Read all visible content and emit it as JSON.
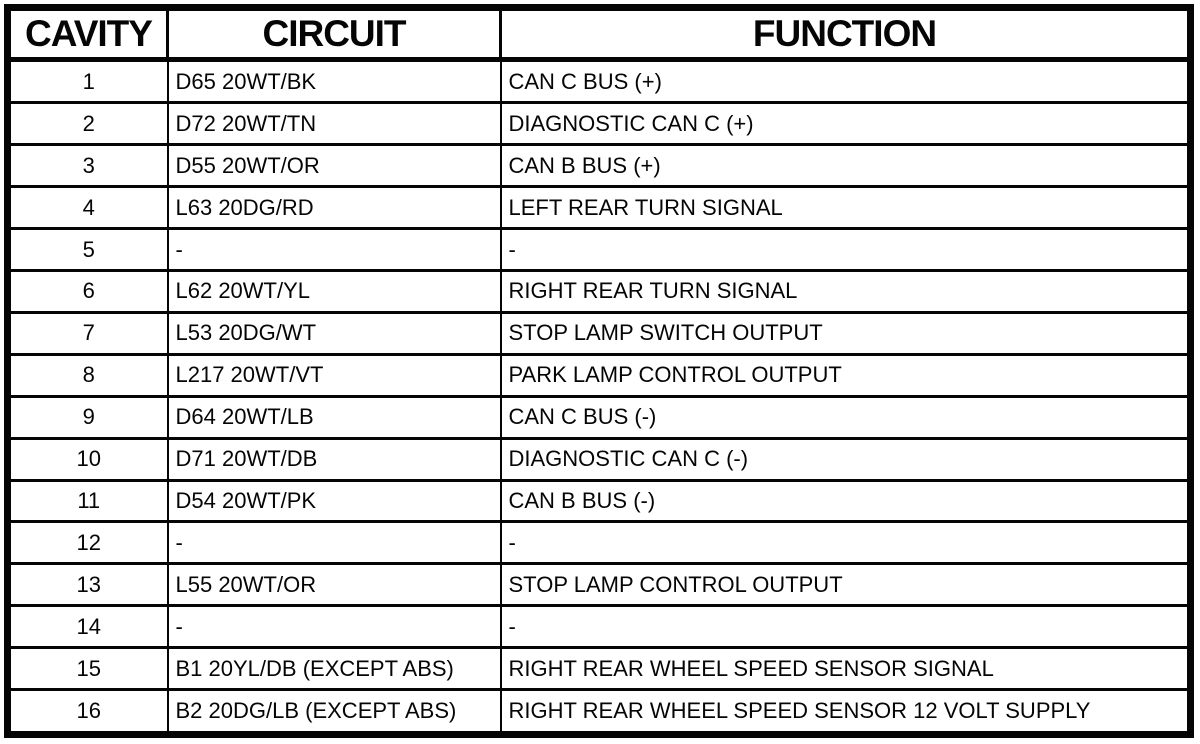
{
  "colors": {
    "border": "#050505",
    "background": "#ffffff",
    "text": "#050505"
  },
  "table": {
    "columns": [
      "CAVITY",
      "CIRCUIT",
      "FUNCTION"
    ],
    "rows": [
      {
        "cavity": "1",
        "circuit": "D65 20WT/BK",
        "function": "CAN C BUS (+)"
      },
      {
        "cavity": "2",
        "circuit": "D72 20WT/TN",
        "function": "DIAGNOSTIC CAN C (+)"
      },
      {
        "cavity": "3",
        "circuit": "D55 20WT/OR",
        "function": "CAN B BUS (+)"
      },
      {
        "cavity": "4",
        "circuit": "L63 20DG/RD",
        "function": "LEFT REAR TURN SIGNAL"
      },
      {
        "cavity": "5",
        "circuit": "-",
        "function": "-"
      },
      {
        "cavity": "6",
        "circuit": "L62 20WT/YL",
        "function": "RIGHT REAR TURN SIGNAL"
      },
      {
        "cavity": "7",
        "circuit": "L53 20DG/WT",
        "function": "STOP LAMP SWITCH OUTPUT"
      },
      {
        "cavity": "8",
        "circuit": "L217 20WT/VT",
        "function": "PARK LAMP CONTROL OUTPUT"
      },
      {
        "cavity": "9",
        "circuit": "D64 20WT/LB",
        "function": "CAN C BUS (-)"
      },
      {
        "cavity": "10",
        "circuit": "D71 20WT/DB",
        "function": "DIAGNOSTIC CAN C (-)"
      },
      {
        "cavity": "11",
        "circuit": "D54 20WT/PK",
        "function": "CAN B BUS (-)"
      },
      {
        "cavity": "12",
        "circuit": "-",
        "function": "-"
      },
      {
        "cavity": "13",
        "circuit": "L55 20WT/OR",
        "function": "STOP LAMP CONTROL OUTPUT"
      },
      {
        "cavity": "14",
        "circuit": "-",
        "function": "-"
      },
      {
        "cavity": "15",
        "circuit": "B1 20YL/DB (EXCEPT ABS)",
        "function": "RIGHT REAR WHEEL SPEED SENSOR SIGNAL"
      },
      {
        "cavity": "16",
        "circuit": "B2 20DG/LB (EXCEPT ABS)",
        "function": "RIGHT REAR WHEEL SPEED SENSOR 12 VOLT SUPPLY"
      }
    ]
  }
}
